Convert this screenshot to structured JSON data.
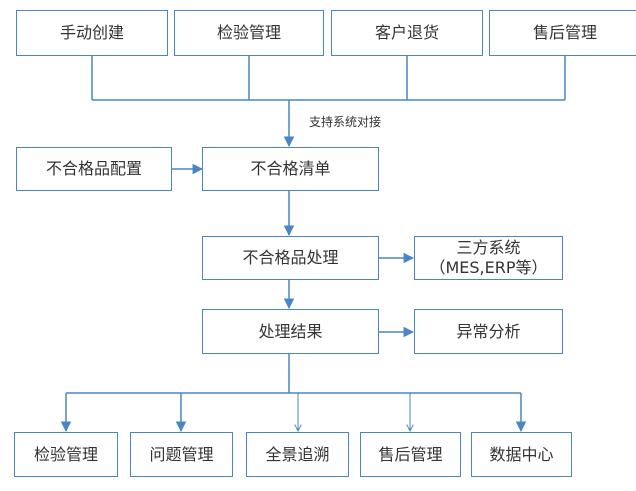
{
  "top_sources": [
    "手动创建",
    "检验管理",
    "客户退货",
    "售后管理"
  ],
  "integration_label": "支持系统对接",
  "config_box": "不合格品配置",
  "list_box": "不合格清单",
  "process_box": "不合格品处理",
  "third_party": {
    "line1": "三方系统",
    "line2": "（MES,ERP等）"
  },
  "result_box": "处理结果",
  "analysis_box": "异常分析",
  "outputs": [
    "检验管理",
    "问题管理",
    "全景追溯",
    "售后管理",
    "数据中心"
  ],
  "colors": {
    "line": "#4a86c5",
    "border": "#4a86c5",
    "text": "#333333"
  }
}
